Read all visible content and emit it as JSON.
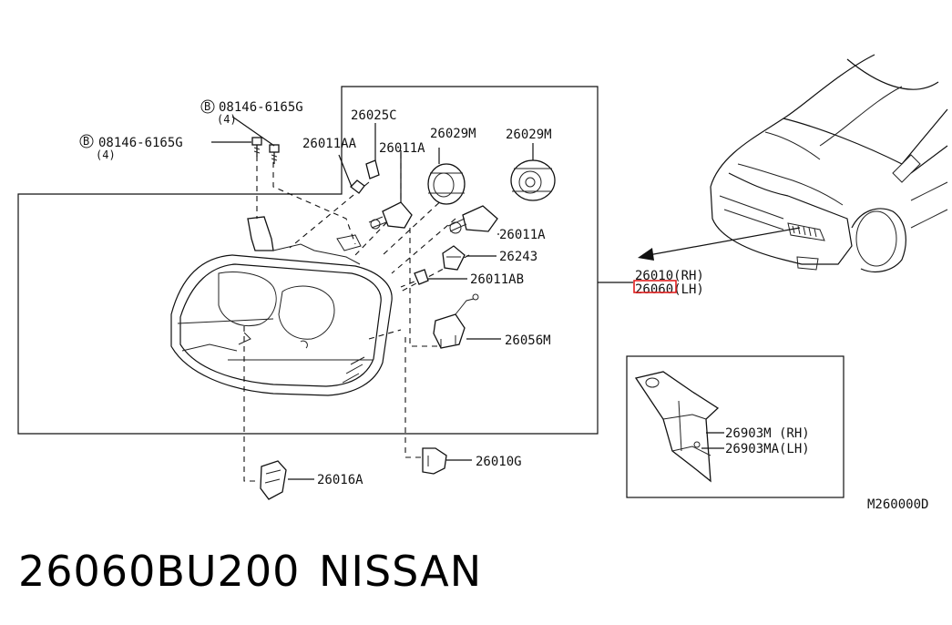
{
  "labels": {
    "bolt_upper": "08146-6165G",
    "bolt_upper_qty": "(4)",
    "bolt_left": "08146-6165G",
    "bolt_left_qty": "(4)",
    "bolt_mark": "B",
    "p26025C": "26025C",
    "p26011AA": "26011AA",
    "p26011A_top": "26011A",
    "p26029M_a": "26029M",
    "p26029M_b": "26029M",
    "p26011A_right": "26011A",
    "p26243": "26243",
    "p26011AB": "26011AB",
    "p26056M": "26056M",
    "p26010_rh": "26010(RH)",
    "p26060_lh": "26060(LH)",
    "p26016A": "26016A",
    "p26010G": "26010G",
    "p26903M": "26903M (RH)",
    "p26903MA": "26903MA(LH)",
    "diagram_code": "M260000D"
  },
  "footer": {
    "part_number": "26060BU200",
    "brand": "NISSAN"
  },
  "colors": {
    "line": "#111111",
    "highlight": "#e02020",
    "background": "#ffffff"
  }
}
